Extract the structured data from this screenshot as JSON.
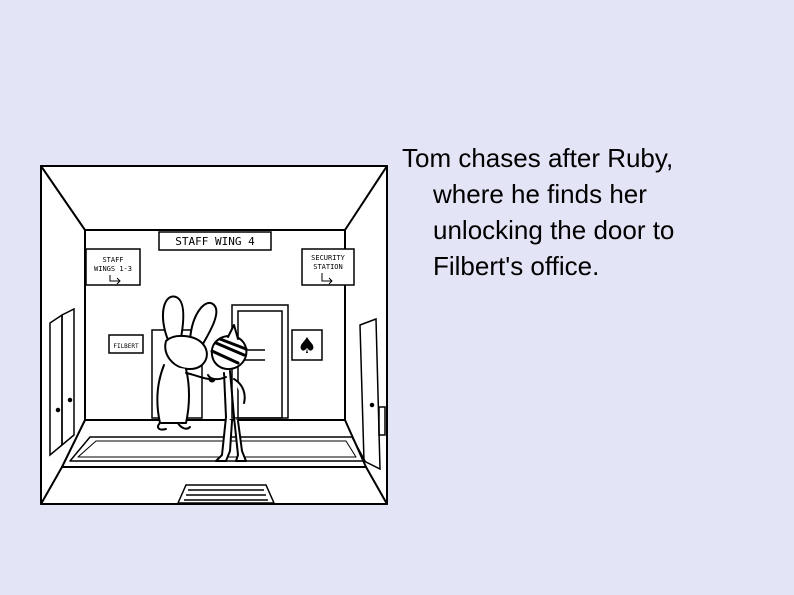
{
  "caption": {
    "line1": "Tom chases after Ruby,",
    "line2": "where he finds her",
    "line3": "unlocking the door to",
    "line4": "Filbert's office."
  },
  "comic": {
    "signs": {
      "staff_wing": "STAFF WING 4",
      "staff_wings_line1": "STAFF",
      "staff_wings_line2": "WINGS 1-3",
      "security_line1": "SECURITY",
      "security_line2": "STATION",
      "filbert": "FILBERT"
    },
    "spade_symbol": "♠",
    "characters": [
      "Ruby",
      "Tom"
    ]
  },
  "colors": {
    "background": "#e4e4f7",
    "panel": "#ffffff",
    "ink": "#000000"
  }
}
